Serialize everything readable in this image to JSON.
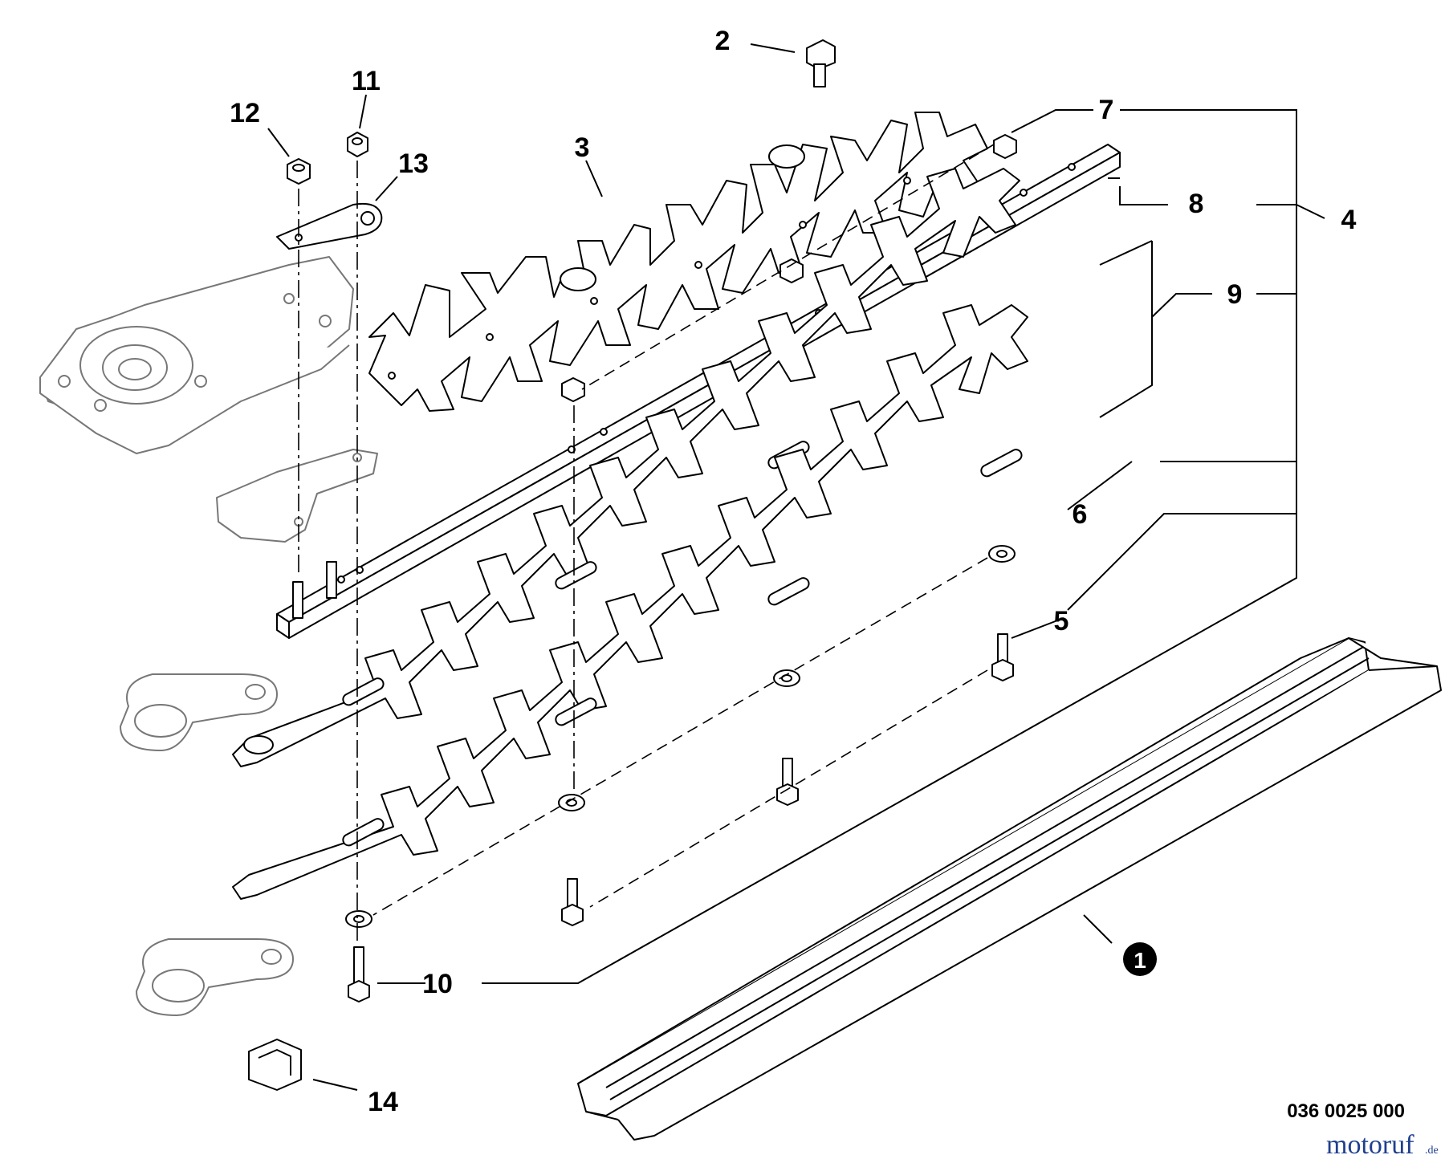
{
  "diagram": {
    "labels": {
      "p1": "1",
      "p2": "2",
      "p3": "3",
      "p4": "4",
      "p5": "5",
      "p6": "6",
      "p7": "7",
      "p8": "8",
      "p9": "9",
      "p10": "10",
      "p11": "11",
      "p12": "12",
      "p13": "13",
      "p14": "14"
    },
    "drawing_number": "036 0025 000",
    "watermark": {
      "main": "motoruf",
      "tld": ".de"
    }
  }
}
